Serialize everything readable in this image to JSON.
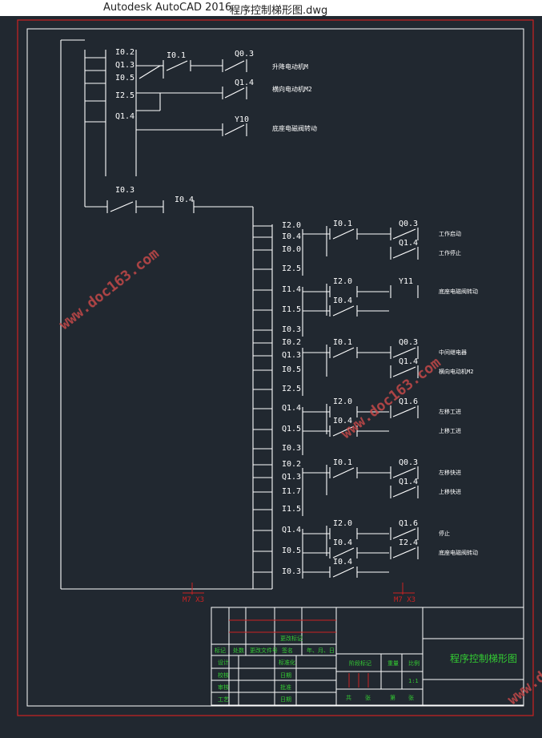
{
  "window": {
    "app_title": "Autodesk AutoCAD 2016",
    "file_name": "程序控制梯形图.dwg"
  },
  "drawing": {
    "colors": {
      "background": "#212830",
      "frame": "#cc2222",
      "lines": "#ffffff",
      "annotation": "#cc2222",
      "title_text": "#33cc33",
      "watermark": "#c84a4a"
    },
    "watermark_text": "www.doc163.com",
    "markers": [
      "M7 X3",
      "M7 X3"
    ],
    "upper_block": {
      "rung1": {
        "contacts": [
          "I0.2",
          "Q1.3",
          "I0.5",
          "I2.5"
        ],
        "series": "I0.1",
        "coil": "Q0.3",
        "coil_label": "升降电动机M"
      },
      "rung2": {
        "coil": "Q1.4",
        "coil_label": "横向电动机M2"
      },
      "rung3": {
        "contact": "Q1.4",
        "coil": "Y10",
        "coil_label": "底座电磁阀转动"
      }
    },
    "mid": {
      "contact_a": "I0.3",
      "contact_b": "I0.4"
    },
    "lower_groups": [
      {
        "contacts": [
          "I2.0",
          "I0.4",
          "I0.0",
          "I2.5"
        ],
        "series": "I0.1",
        "outputs": [
          {
            "coil": "Q0.3",
            "label": "工作启动"
          },
          {
            "coil": "Q1.4",
            "label": "工作停止"
          }
        ]
      },
      {
        "contacts": [
          "I1.4",
          "I1.5",
          "I0.3"
        ],
        "series": [
          "I2.0",
          "I0.4"
        ],
        "outputs": [
          {
            "coil": "Y11",
            "label": "底座电磁阀转动"
          }
        ]
      },
      {
        "contacts": [
          "I0.2",
          "Q1.3",
          "I0.5",
          "I2.5"
        ],
        "series": "I0.1",
        "outputs": [
          {
            "coil": "Q0.3",
            "label": "中间继电器"
          },
          {
            "coil": "Q1.4",
            "label": "横向电动机M2"
          }
        ]
      },
      {
        "contacts": [
          "Q1.4",
          "Q1.5",
          "I0.3"
        ],
        "series": [
          "I2.0",
          "I0.4"
        ],
        "outputs": [
          {
            "coil": "Q1.6",
            "label": "左移工进"
          },
          {
            "coil": "",
            "label": "上移工进"
          }
        ]
      },
      {
        "contacts": [
          "I0.2",
          "Q1.3",
          "I1.7",
          "I1.5"
        ],
        "series": "I0.1",
        "outputs": [
          {
            "coil": "Q0.3",
            "label": "左移快进"
          },
          {
            "coil": "Q1.4",
            "label": "上移快进"
          }
        ]
      },
      {
        "contacts": [
          "Q1.4",
          "I0.5",
          "I0.3"
        ],
        "series": [
          "I2.0",
          "I0.4",
          "I0.4"
        ],
        "outputs": [
          {
            "coil": "Q1.6",
            "label": "停止"
          },
          {
            "coil": "I2.4",
            "label": "底座电磁阀转动"
          }
        ]
      }
    ],
    "title_block": {
      "drawing_title": "程序控制梯形图",
      "row_labels_left": [
        "标记",
        "处数",
        "更改文件号",
        "签名",
        "年、月、日"
      ],
      "row_labels_sign": [
        "设计",
        "校核",
        "审核",
        "工艺"
      ],
      "row_labels_std": [
        "标准化",
        "日期",
        "批准",
        "日期"
      ],
      "stage_labels": [
        "阶段标记",
        "重量",
        "比例"
      ],
      "scale": "1:1",
      "sheet_labels": [
        "共",
        "张",
        "第",
        "张"
      ],
      "update_label": "更改标记"
    }
  }
}
